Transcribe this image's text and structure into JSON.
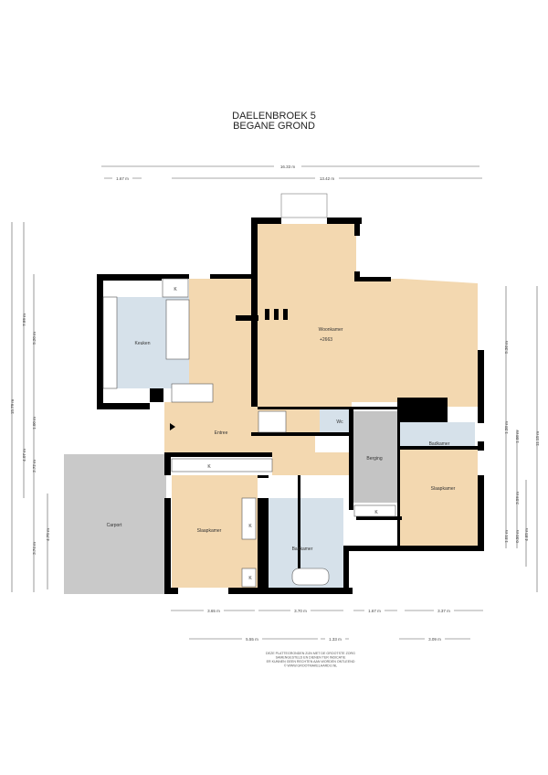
{
  "header": {
    "title": "DAELENBROEK 5",
    "subtitle": "BEGANE GROND"
  },
  "colors": {
    "living": "#f3d8b0",
    "wet": "#d6e1ea",
    "carport": "#c9c9c9",
    "berging": "#c4c4c4",
    "wall": "#000000"
  },
  "rooms": {
    "keuken": "Keuken",
    "woonkamer": "Woonkamer",
    "woonkamer_height": "+2663",
    "entree": "Entree",
    "wc": "Wc",
    "berging": "Berging",
    "badkamer_top": "Badkamer",
    "badkamer_mid": "Badkamer",
    "slaapkamer_left": "Slaapkamer",
    "slaapkamer_right": "Slaapkamer",
    "carport": "Carport",
    "cupboard": "K"
  },
  "dimensions": {
    "top_total": "16.33 m",
    "top_left": "1.67 m",
    "top_right": "13.42 m",
    "bottom_row1": [
      "3.65 m",
      "3.70 m",
      "1.67 m",
      "3.37 m"
    ],
    "bottom_row2": [
      "5.55 m",
      "1.33 m",
      "3.09 m"
    ],
    "left_total": "15.79 m",
    "left_col2": [
      "7.99 m",
      "4.07 m"
    ],
    "left_col3": [
      "5.20 m",
      "1.00 m",
      "2.72 m",
      "3.74 m"
    ],
    "left_col4": "4.75 m",
    "right_col1": [
      "5.36 m",
      "1.38 m",
      "1.01 m",
      "0.50 m"
    ],
    "right_col2": [
      "1.08 m",
      "3.59 m"
    ],
    "right_col3": "4.65 m",
    "right_total": "11.15 m"
  },
  "disclaimer": [
    "DEZE PLATTEGRONDEN ZIJN MET DE GROOTSTE ZORG",
    "SAMENGESTELD EN DIENEN TER INDICATIE",
    "ER KUNNEN GEEN RECHTEN AAN WORDEN ONTLEEND",
    "© WWW.GROOTMAKELAARDIJ.NL"
  ]
}
